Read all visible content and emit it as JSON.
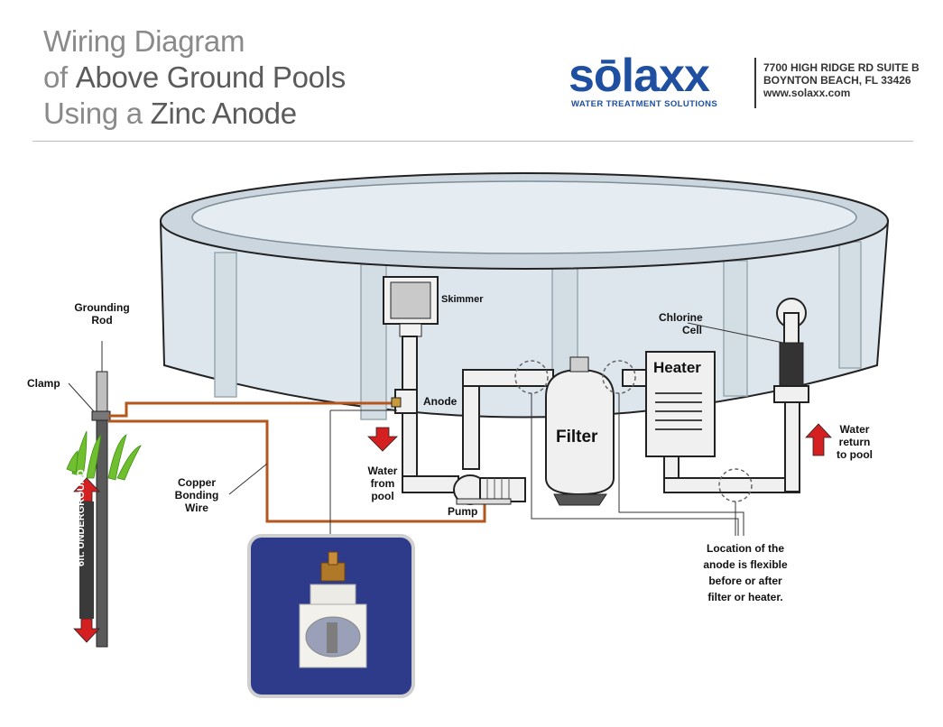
{
  "header": {
    "title_line1": "Wiring Diagram",
    "title_line2_pre": "of ",
    "title_line2_bold": "Above Ground Pools",
    "title_line3_pre": "Using a ",
    "title_line3_bold": "Zinc Anode"
  },
  "brand": {
    "logo": "sōlaxx",
    "tagline": "WATER TREATMENT SOLUTIONS",
    "address1": "7700 HIGH RIDGE RD SUITE B",
    "address2": "BOYNTON BEACH, FL 33426",
    "website": "www.solaxx.com",
    "color": "#1f4fa0"
  },
  "labels": {
    "grounding_rod": "Grounding",
    "grounding_rod2": "Rod",
    "clamp": "Clamp",
    "underground": "6ft. UNDERGROUND",
    "copper1": "Copper",
    "copper2": "Bonding",
    "copper3": "Wire",
    "skimmer": "Skimmer",
    "anode": "Anode",
    "water_from1": "Water",
    "water_from2": "from",
    "water_from3": "pool",
    "pump": "Pump",
    "filter": "Filter",
    "heater": "Heater",
    "chlorine1": "Chlorine",
    "chlorine2": "Cell",
    "water_return1": "Water",
    "water_return2": "return",
    "water_return3": "to pool",
    "note1": "Location of the",
    "note2": "anode is flexible",
    "note3": "before or after",
    "note4": "filter or heater."
  },
  "colors": {
    "copper_wire": "#b5561c",
    "arrow_red": "#d42020",
    "pool_wall": "#dde6ec",
    "pipe": "#f0f0f0"
  }
}
